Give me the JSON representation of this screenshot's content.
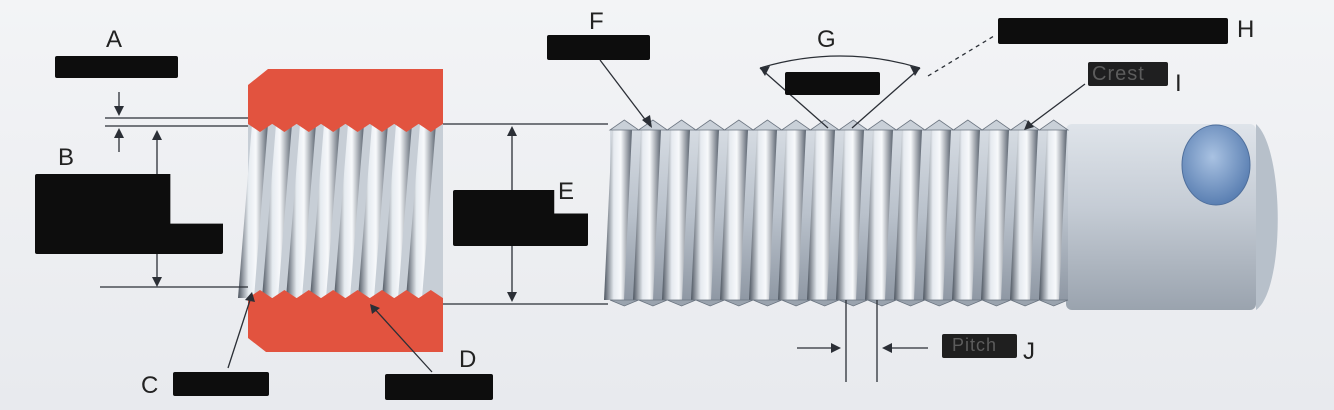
{
  "diagram": {
    "labels": {
      "A": "A",
      "B": "B",
      "C": "C",
      "D": "D",
      "E": "E",
      "F": "F",
      "G": "G",
      "H": "H",
      "I": "I",
      "J": "J"
    },
    "partial_text": {
      "crest": "Crest",
      "pitch": "Pitch"
    },
    "colors": {
      "nut": "#e2533f",
      "thread_light": "#e6ebf0",
      "thread_dark": "#4d5560",
      "rod_end": "#6f93c2",
      "line": "#2b2f36"
    }
  }
}
